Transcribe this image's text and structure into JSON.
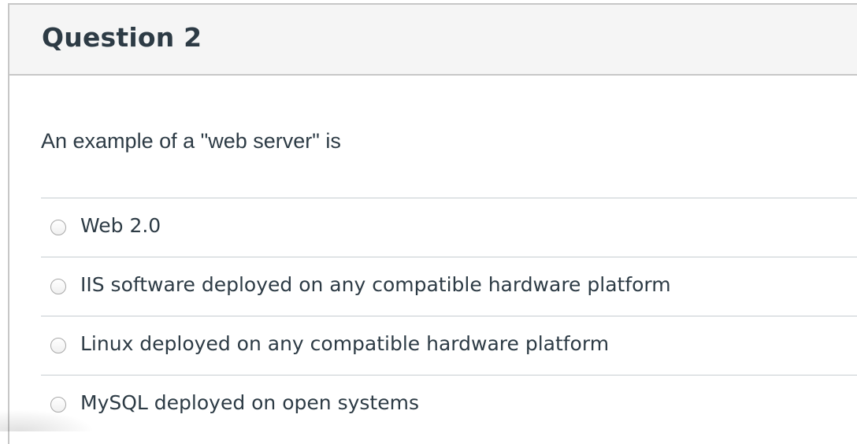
{
  "question": {
    "title": "Question 2",
    "text": "An example of a \"web server\" is",
    "answers": [
      {
        "label": "Web 2.0",
        "selected": false
      },
      {
        "label": "IIS software deployed on any compatible hardware platform",
        "selected": false
      },
      {
        "label": "Linux deployed on any compatible hardware platform",
        "selected": false
      },
      {
        "label": "MySQL deployed on open systems",
        "selected": false
      }
    ]
  }
}
